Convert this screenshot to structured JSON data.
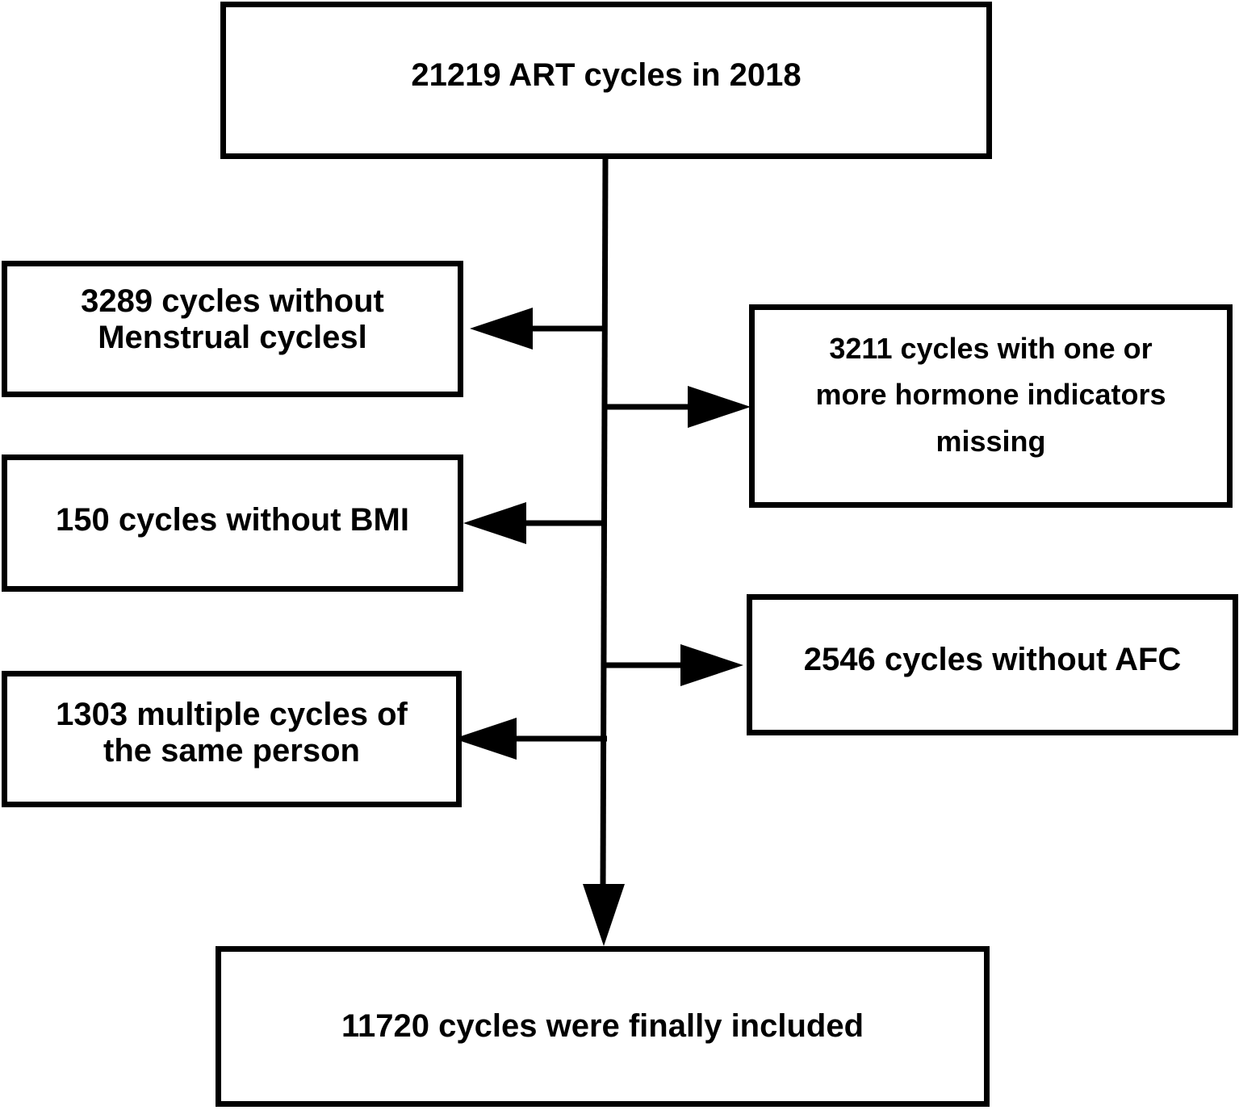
{
  "diagram": {
    "colors": {
      "line": "#000000",
      "box_border": "#000000",
      "box_fill": "#ffffff",
      "text": "#000000"
    },
    "boxes": {
      "top": {
        "text": "21219 ART cycles in 2018"
      },
      "menstrual": {
        "text": "3289 cycles without\nMenstrual cyclesl"
      },
      "hormone": {
        "text": "3211 cycles with one or\nmore hormone indicators\nmissing"
      },
      "bmi": {
        "text": "150 cycles without BMI"
      },
      "afc": {
        "text": "2546 cycles without AFC"
      },
      "multiple": {
        "text": "1303 multiple cycles of\nthe same person"
      },
      "final": {
        "text": "11720 cycles were finally included"
      }
    }
  }
}
